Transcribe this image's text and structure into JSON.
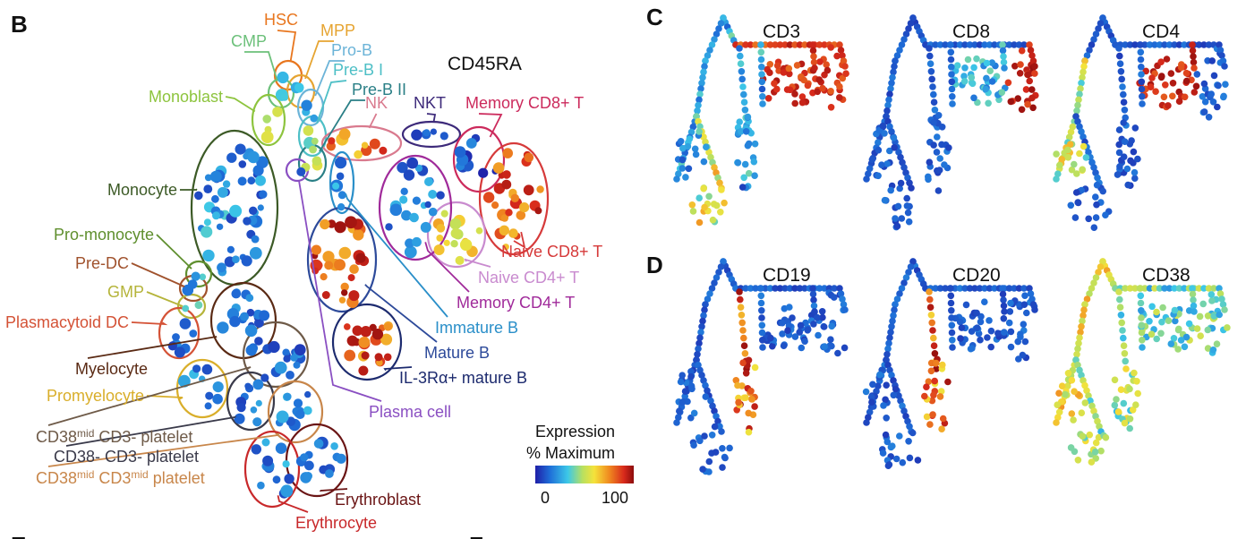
{
  "panels": {
    "b": {
      "letter": "B",
      "marker": "CD45RA"
    },
    "c": {
      "letter": "C"
    },
    "d": {
      "letter": "D"
    },
    "e": {
      "letter": "E"
    },
    "f": {
      "letter": "F"
    }
  },
  "legend": {
    "title": "Expression",
    "subtitle": "% Maximum",
    "min": "0",
    "max": "100",
    "gradient_colors": [
      "#1f1fa8",
      "#1f6fd8",
      "#3cc8e8",
      "#b8e060",
      "#f5e23a",
      "#f08a20",
      "#d82a1c",
      "#8c0c0c"
    ]
  },
  "populations": [
    {
      "id": "hsc",
      "label": "HSC",
      "color": "#e8761e"
    },
    {
      "id": "mpp",
      "label": "MPP",
      "color": "#e6a431"
    },
    {
      "id": "cmp",
      "label": "CMP",
      "color": "#6cc07a"
    },
    {
      "id": "prob",
      "label": "Pro-B",
      "color": "#6cb4d8"
    },
    {
      "id": "preb1",
      "label": "Pre-B I",
      "color": "#4dbfc6"
    },
    {
      "id": "preb2",
      "label": "Pre-B II",
      "color": "#2a7f86"
    },
    {
      "id": "monoblast",
      "label": "Monoblast",
      "color": "#8dc43e"
    },
    {
      "id": "nk",
      "label": "NK",
      "color": "#d97a8e"
    },
    {
      "id": "nkt",
      "label": "NKT",
      "color": "#3d2a7a"
    },
    {
      "id": "memcd8",
      "label": "Memory CD8+ T",
      "color": "#cc2a5c"
    },
    {
      "id": "monocyte",
      "label": "Monocyte",
      "color": "#3c5a26"
    },
    {
      "id": "promonocyte",
      "label": "Pro-monocyte",
      "color": "#5f8f2e"
    },
    {
      "id": "predc",
      "label": "Pre-DC",
      "color": "#a0522d"
    },
    {
      "id": "gmp",
      "label": "GMP",
      "color": "#b5b43a"
    },
    {
      "id": "pdc",
      "label": "Plasmacytoid DC",
      "color": "#d45236"
    },
    {
      "id": "naivecd8",
      "label": "Naive CD8+ T",
      "color": "#d63a3a"
    },
    {
      "id": "naivecd4",
      "label": "Naive CD4+ T",
      "color": "#c98bcf"
    },
    {
      "id": "memcd4",
      "label": "Memory CD4+ T",
      "color": "#a02a9a"
    },
    {
      "id": "immb",
      "label": "Immature B",
      "color": "#2a8fc9"
    },
    {
      "id": "matb",
      "label": "Mature B",
      "color": "#2d4a9a"
    },
    {
      "id": "il3b",
      "label": "IL-3Rα+ mature B",
      "color": "#1c2a6e"
    },
    {
      "id": "myelocyte",
      "label": "Myelocyte",
      "color": "#5a2a14"
    },
    {
      "id": "promyelocyte",
      "label": "Promyelocyte",
      "color": "#d9ae2a"
    },
    {
      "id": "plasma",
      "label": "Plasma cell",
      "color": "#8a4fc2"
    },
    {
      "id": "cd38mid_cd3neg",
      "label": "CD38",
      "sup": "mid",
      "rest": " CD3- platelet",
      "color": "#6e5a48"
    },
    {
      "id": "cd38neg_cd3neg",
      "label": "CD38- CD3- platelet",
      "color": "#3a3a4a"
    },
    {
      "id": "cd38mid_cd3mid",
      "label": "CD38",
      "sup": "mid",
      "rest": " CD3",
      "sup2": "mid",
      "rest2": " platelet",
      "color": "#c8864a"
    },
    {
      "id": "erythroblast",
      "label": "Erythroblast",
      "color": "#6a1414"
    },
    {
      "id": "erythrocyte",
      "label": "Erythrocyte",
      "color": "#c8282a"
    }
  ],
  "mini_trees": [
    {
      "id": "cd3",
      "panel": "C",
      "marker": "CD3",
      "hot": "t"
    },
    {
      "id": "cd8",
      "panel": "C",
      "marker": "CD8",
      "hot": "t8"
    },
    {
      "id": "cd4",
      "panel": "C",
      "marker": "CD4",
      "hot": "t4"
    },
    {
      "id": "cd19",
      "panel": "D",
      "marker": "CD19",
      "hot": "b"
    },
    {
      "id": "cd20",
      "panel": "D",
      "marker": "CD20",
      "hot": "b"
    },
    {
      "id": "cd38",
      "panel": "D",
      "marker": "CD38",
      "hot": "mixed"
    }
  ]
}
